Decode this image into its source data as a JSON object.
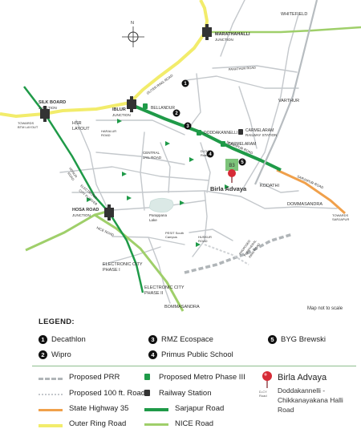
{
  "map": {
    "places": {
      "whitefield": "WHITEFIELD",
      "marathahalli_junction": [
        "MARATHAHALLI",
        "JUNCTION"
      ],
      "silk_board_junction": [
        "SILK BOARD",
        "JUNCTION"
      ],
      "iblur_junction": [
        "IBLUR",
        "JUNCTION"
      ],
      "hosa_road_junction": [
        "HOSA ROAD",
        "JUNCTION"
      ],
      "hsr_layout": [
        "HSR",
        "LAYOUT"
      ],
      "varthur": "VARTHUR",
      "kodathi": "KODATHI",
      "dommasandra": "DOMMASANDRA",
      "towards_sarjapur": [
        "TOWARDS",
        "SARJAPUR"
      ],
      "towards_btm": [
        "TOWARDS",
        "BTM LAYOUT"
      ],
      "electronic_city_phase_1": [
        "ELECTRONIC CITY",
        "PHASE I"
      ],
      "electronic_city_phase_2": [
        "ELECTRONIC CITY",
        "PHASE II"
      ],
      "bommasandra": "BOMMASANDRA",
      "bellandur_station": "BELLANDUR",
      "doddakannelli_station": "DODDAKANNELLI",
      "carmelaram_station": "CARMELARAM",
      "carmelaram_railway": [
        "CARMELARAM",
        "RAILWAY STATION"
      ],
      "parappana_lake": [
        "Parappana",
        "Lake"
      ],
      "pesit": [
        "PESIT South",
        "Campus"
      ]
    },
    "road_labels": {
      "outer_ring_road": "OUTER RING ROAD",
      "sarjapur_road": "SARJAPUR ROAD",
      "nice_road": "NICE ROAD",
      "panathur_road": "PANATHUR ROAD",
      "haralur_road": [
        "HARALUR",
        "ROAD"
      ],
      "central_jail_road": [
        "CENTRAL",
        "JAIL ROAD"
      ],
      "huskur_road": [
        "HUSKUR",
        "ROAD"
      ],
      "hosur_road": [
        "HOSUR",
        "ROAD"
      ],
      "electronic_city_flyover": [
        "ELECTRONIC",
        "CITY FLYOVER"
      ],
      "proposed_peripheral": [
        "PROPOSED",
        "PERIPHERAL",
        "RING ROAD"
      ],
      "dch_road": [
        "D-CH",
        "Road"
      ]
    },
    "landmark_numbers": [
      "1",
      "2",
      "3",
      "4",
      "5"
    ],
    "project_badge": "B3",
    "project_name": "Birla Advaya",
    "north_symbol": "N",
    "note": "Map not to scale"
  },
  "legend": {
    "title": "LEGEND:",
    "landmarks": [
      {
        "number": "1",
        "name": "Decathlon"
      },
      {
        "number": "2",
        "name": "Wipro"
      },
      {
        "number": "3",
        "name": "RMZ Ecospace"
      },
      {
        "number": "4",
        "name": "Primus Public School"
      },
      {
        "number": "5",
        "name": "BYG Brewski"
      }
    ],
    "road_types": [
      {
        "name": "Proposed PRR"
      },
      {
        "name": "Proposed 100 ft. Road"
      },
      {
        "name": "State Highway 35",
        "color": "#f0a04b"
      },
      {
        "name": "Outer Ring Road",
        "color": "#f2ec6b"
      }
    ],
    "facilities": [
      {
        "name": "Proposed Metro Phase III"
      },
      {
        "name": "Railway Station"
      },
      {
        "name": "Sarjapur Road",
        "color": "#1f9a48"
      },
      {
        "name": "NICE Road",
        "color": "#9fcf6a"
      }
    ],
    "destination": {
      "name": "Birla Advaya",
      "road": "Doddakannelli - Chikkanayakana Halli Road",
      "icon_caption": [
        "D-CY",
        "Road"
      ]
    }
  },
  "colors": {
    "outer_ring_road": "#f2ec6b",
    "sarjapur_road": "#1f9a48",
    "nice_road": "#9fcf6a",
    "state_highway": "#f0a04b",
    "minor_road": "#c4c8cc",
    "pin": "#d62b36"
  }
}
